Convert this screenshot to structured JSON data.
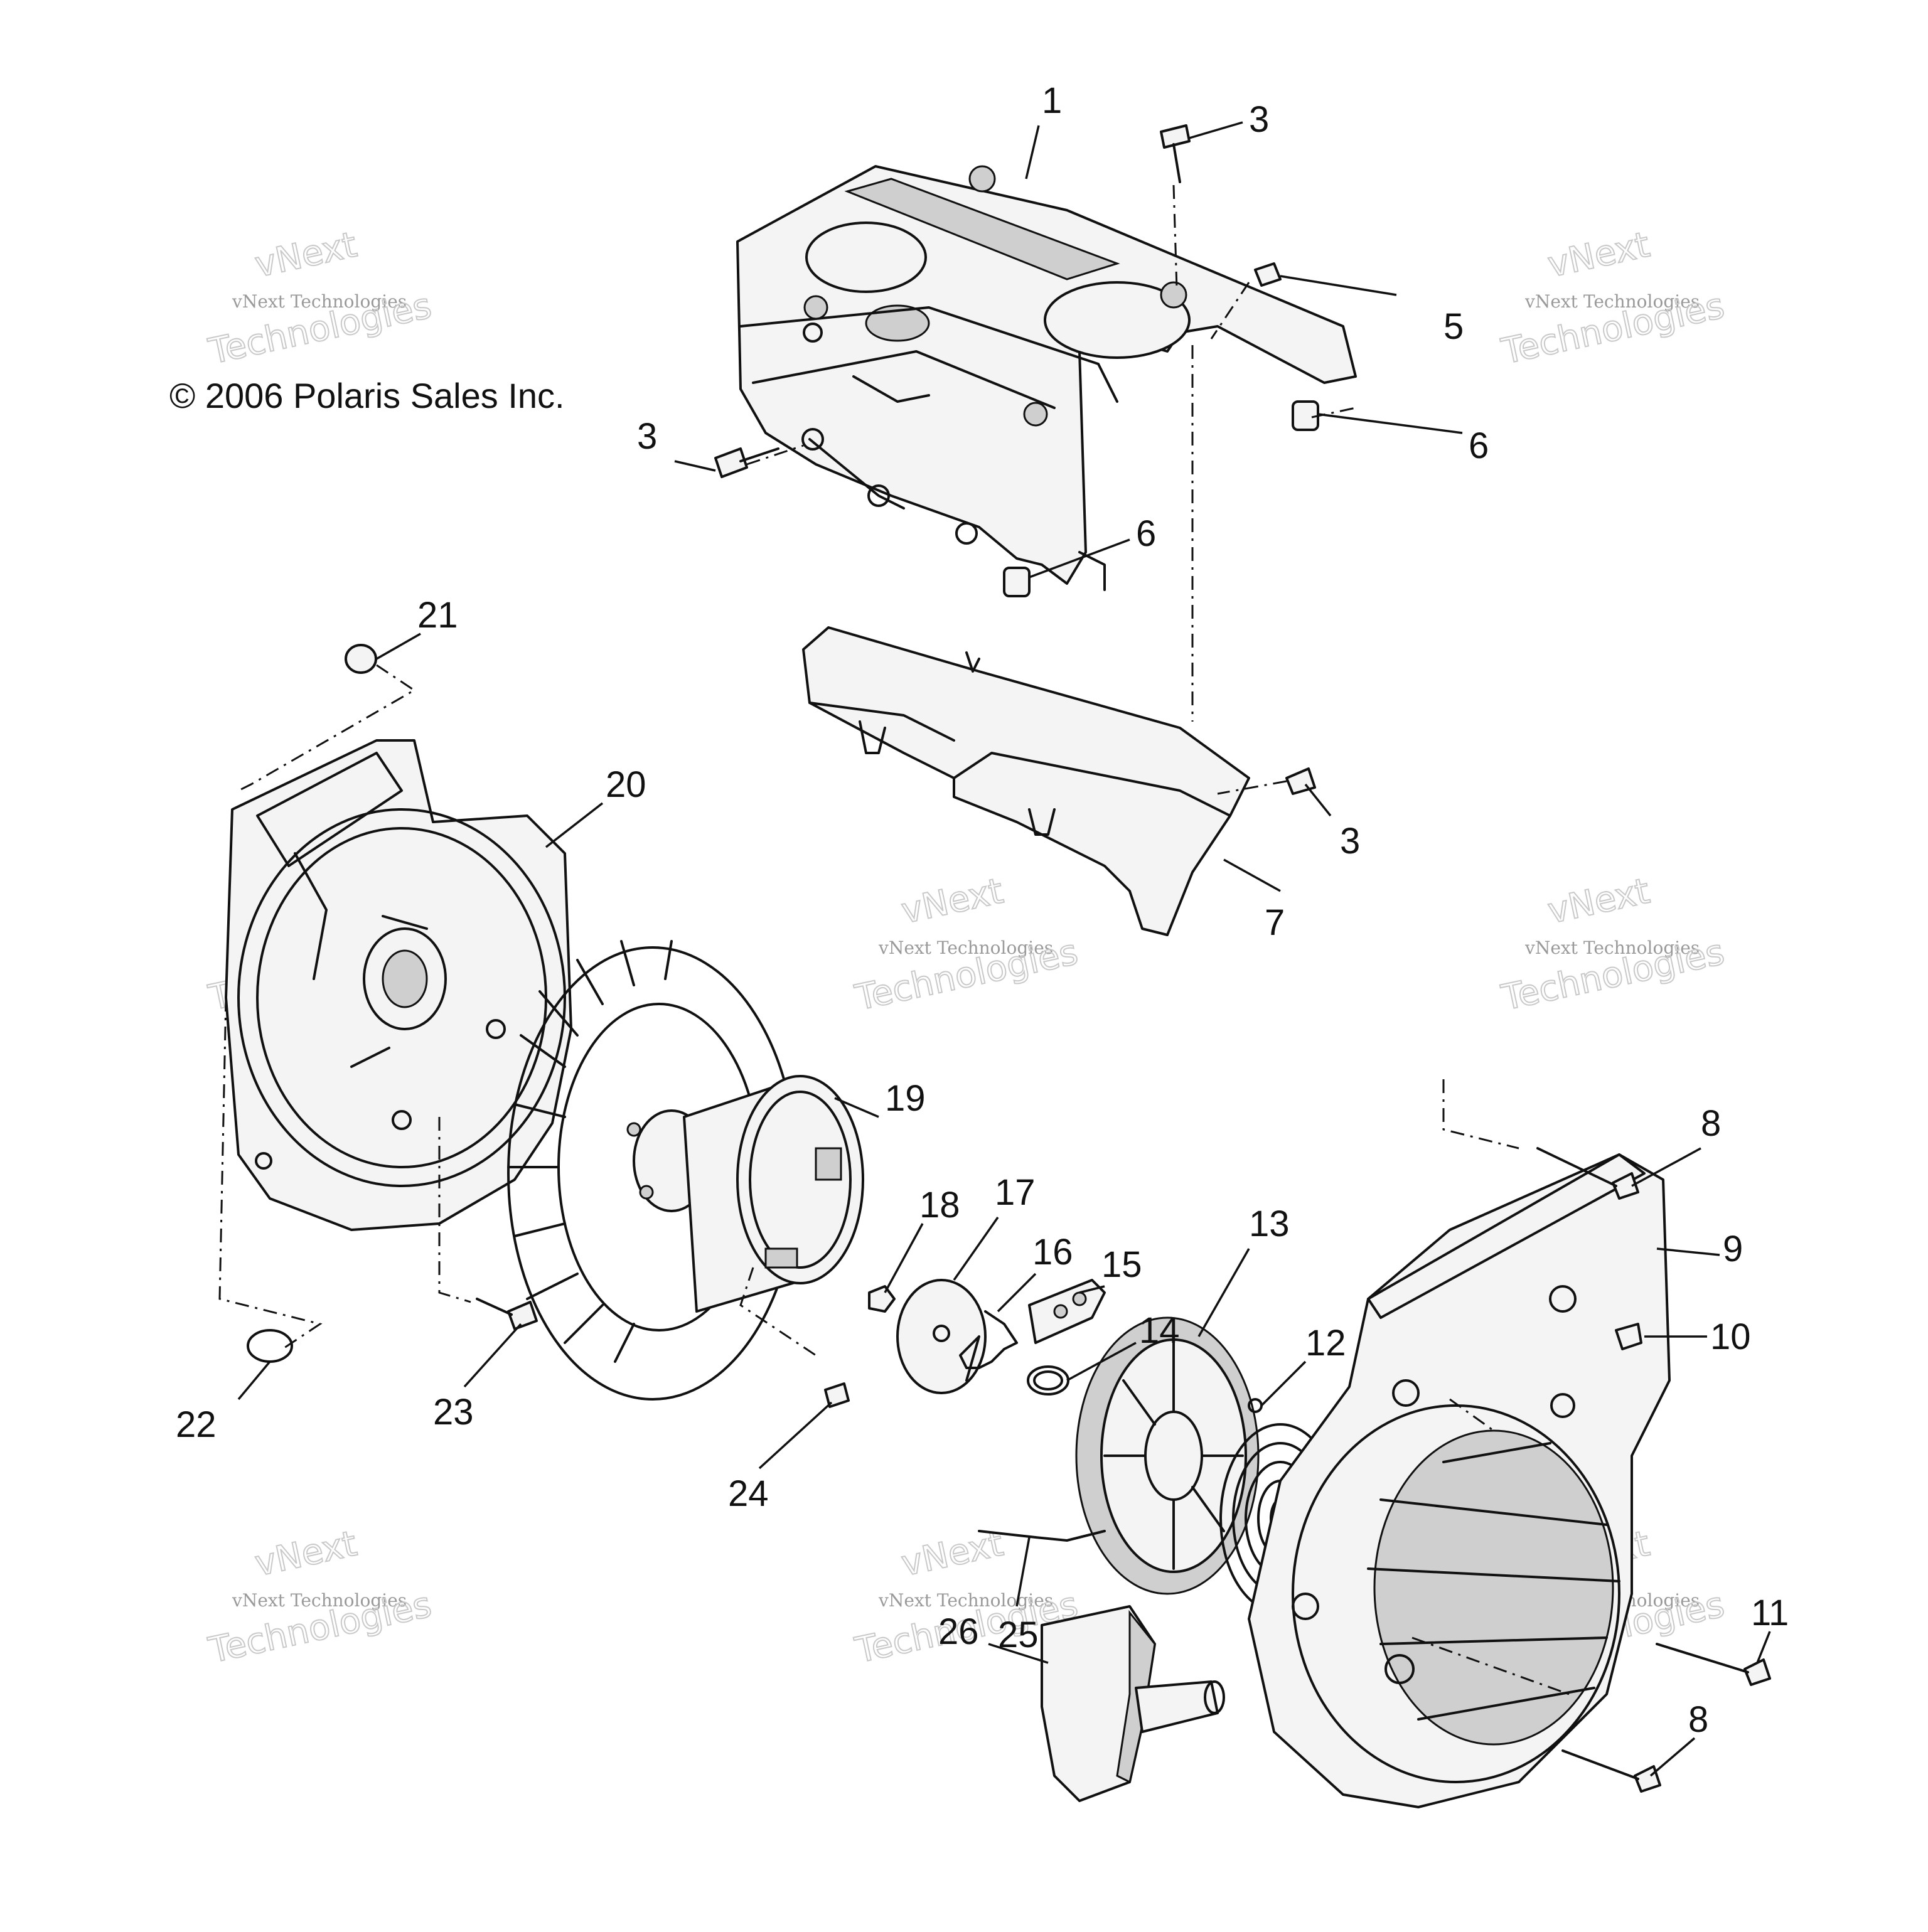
{
  "copyright": "© 2006 Polaris Sales Inc.",
  "watermark": {
    "line1": "vNext",
    "line2": "vNext Technologies",
    "line3": "Technologies"
  },
  "callouts": [
    "1",
    "3",
    "5",
    "6",
    "3",
    "6",
    "21",
    "7",
    "3",
    "20",
    "19",
    "18",
    "17",
    "16",
    "15",
    "14",
    "13",
    "12",
    "8",
    "9",
    "10",
    "22",
    "23",
    "24",
    "25",
    "26",
    "11",
    "8"
  ],
  "colors": {
    "ink": "#111111",
    "watermark": "#c9c9c9"
  }
}
